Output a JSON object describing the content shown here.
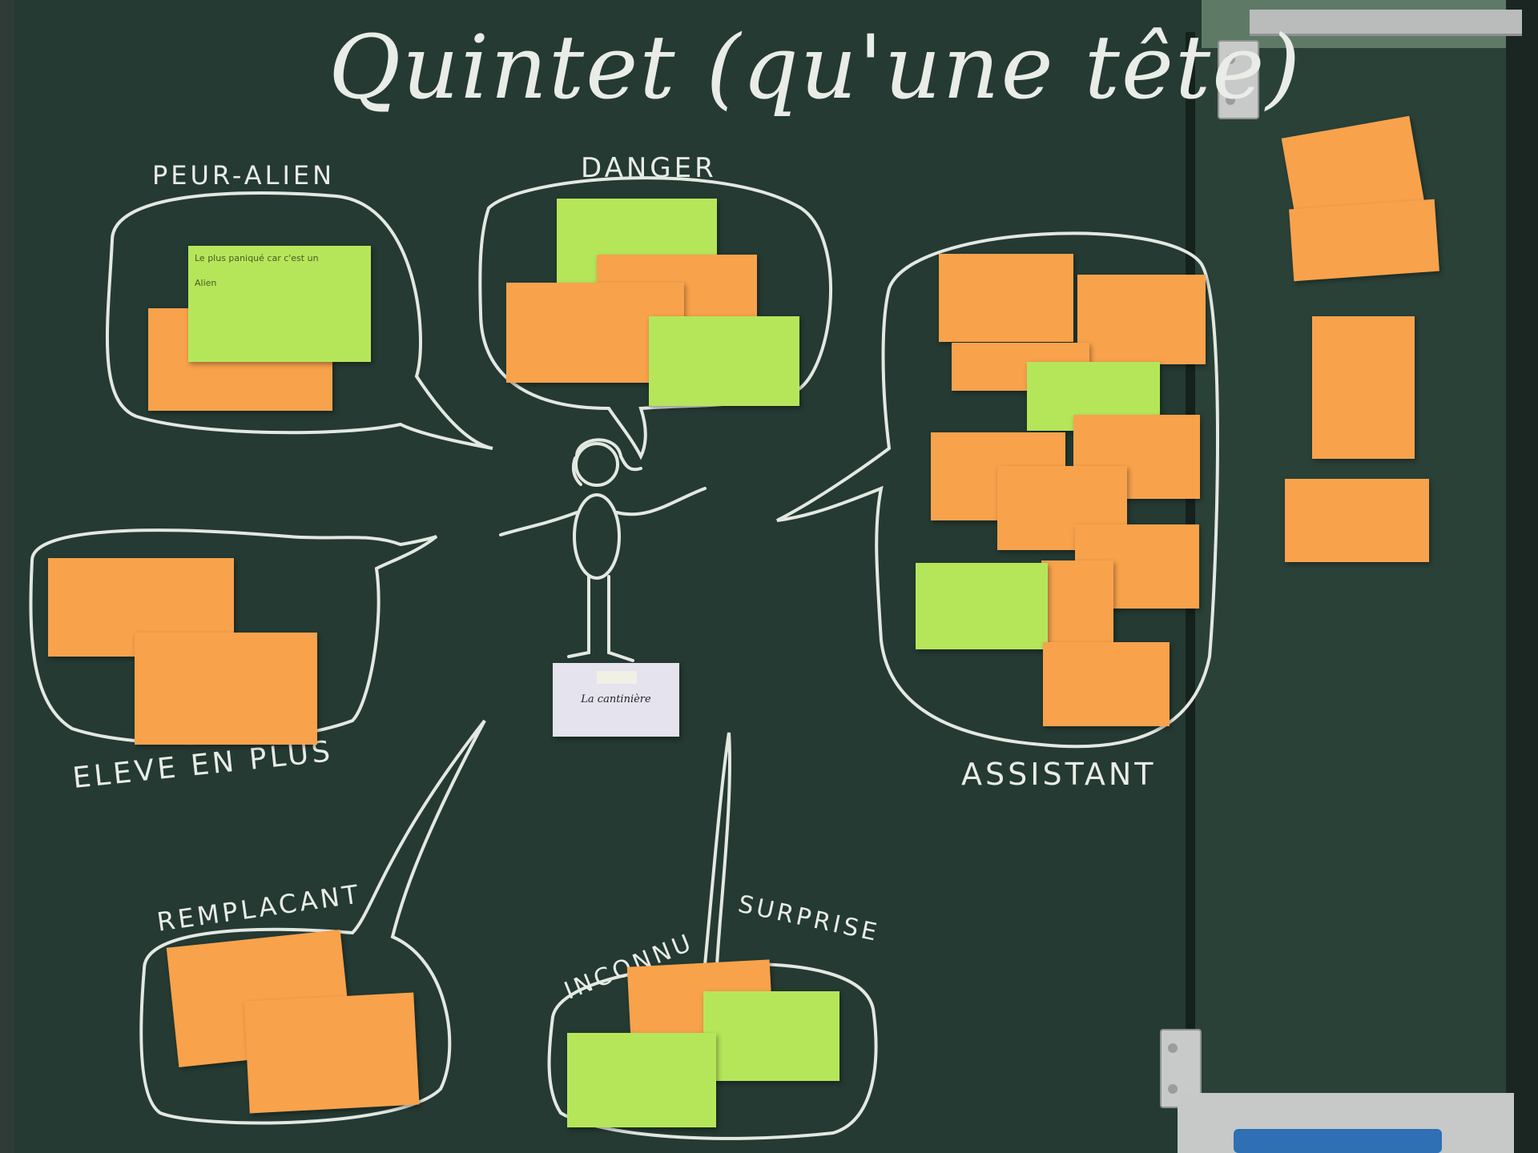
{
  "board_title": "Quintet (qu'une tête)",
  "categories": {
    "peur_alien": "PEUR-ALIEN",
    "danger": "DANGER",
    "assistant": "ASSISTANT",
    "eleve_en_plus": "ELEVE EN PLUS",
    "remplacant": "REMPLACANT",
    "inconnu": "INCONNU",
    "surprise": "SURPRISE"
  },
  "character_card": "La cantinière",
  "colors": {
    "board": "#243a32",
    "chalk": "#e9ece7",
    "orange_note": "#f8a24c",
    "green_note": "#b5e65a"
  },
  "notes": {
    "peur_green": "Le plus paniqué car c'est un",
    "peur_green_word": "Alien"
  }
}
